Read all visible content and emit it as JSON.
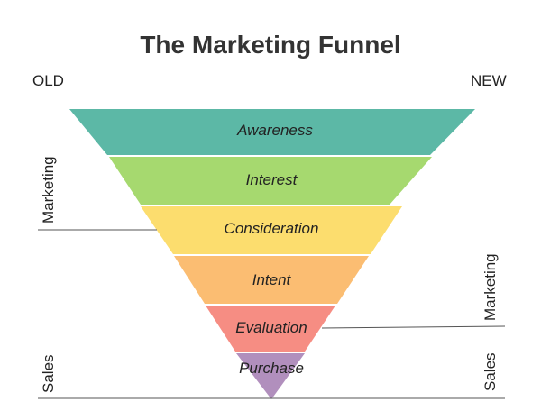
{
  "title": "The Marketing Funnel",
  "corners": {
    "left": "OLD",
    "right": "NEW"
  },
  "stages": [
    {
      "label": "Awareness",
      "color": "#5cb8a6"
    },
    {
      "label": "Interest",
      "color": "#a6d96f"
    },
    {
      "label": "Consideration",
      "color": "#fcdd6e"
    },
    {
      "label": "Intent",
      "color": "#fbbd72"
    },
    {
      "label": "Evaluation",
      "color": "#f68d83"
    },
    {
      "label": "Purchase",
      "color": "#b18fbd"
    }
  ],
  "left_side": {
    "top_label": "Marketing",
    "bottom_label": "Sales"
  },
  "right_side": {
    "top_label": "Marketing",
    "bottom_label": "Sales"
  },
  "line_color": "#555555"
}
